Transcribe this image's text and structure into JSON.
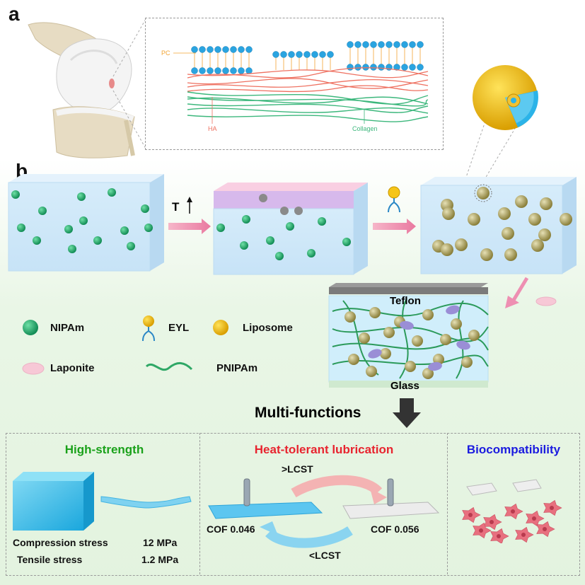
{
  "panel_a": {
    "letter": "a",
    "labels": {
      "pc": "PC",
      "ha": "HA",
      "collagen": "Collagen"
    }
  },
  "panel_b": {
    "letter": "b",
    "temp_label": "T",
    "teflon": "Teflon",
    "glass": "Glass",
    "multi_functions": "Multi-functions"
  },
  "legend": {
    "nipam": "NIPAm",
    "eyl": "EYL",
    "liposome": "Liposome",
    "laponite": "Laponite",
    "pnipam": "PNIPAm"
  },
  "sections": {
    "strength": {
      "title": "High-strength",
      "compression_label": "Compression stress",
      "compression_value": "12 MPa",
      "tensile_label": "Tensile stress",
      "tensile_value": "1.2 MPa"
    },
    "lubrication": {
      "title": "Heat-tolerant lubrication",
      "above": ">LCST",
      "below": "<LCST",
      "cof_left": "COF 0.046",
      "cof_right": "COF 0.056"
    },
    "biocompat": {
      "title": "Biocompatibility"
    }
  },
  "colors": {
    "strength_title": "#1aa11a",
    "lubrication_title": "#e8242f",
    "biocompat_title": "#1b1bdf",
    "pc": "#f2a433",
    "ha": "#ee7060",
    "collagen": "#3cb77c",
    "nipam": "#1fa36b",
    "liposome": "#a89a4e"
  }
}
